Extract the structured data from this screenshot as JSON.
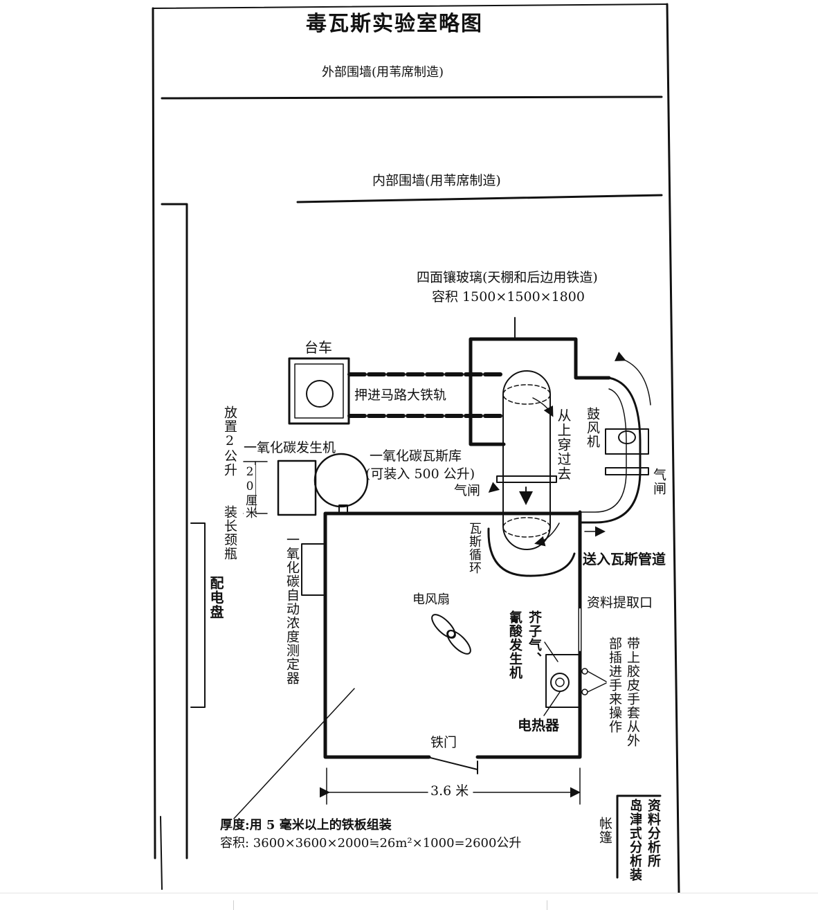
{
  "title": "毒瓦斯实验室略图",
  "labels": {
    "outer_wall": "外部围墙(用苇席制造)",
    "inner_wall": "内部围墙(用苇席制造)",
    "glass_box_desc": "四面镶玻璃(天棚和后边用铁造)",
    "glass_box_volume": "容积 1500×1500×1800",
    "cart": "台车",
    "rail": "押进马路大铁轨",
    "co_generator": "一氧化碳发生机",
    "co_tank_line1": "一氧化碳瓦斯库",
    "co_tank_line2": "(可装入 500 公升)",
    "valve_left": "气闸",
    "from_above": "从上穿过去",
    "blower": "鼓风机",
    "valve_right": "气闸",
    "gas_circulation": "瓦斯循环",
    "gas_pipe": "送入瓦斯管道",
    "sample_port": "资料提取口",
    "electric_fan": "电风扇",
    "mustard_gen_col1": "氰酸发生机",
    "mustard_gen_col2": "芥子气、",
    "gloves_col1": "带上胶皮手套从外",
    "gloves_col2": "部插进手来操作",
    "heater": "电热器",
    "co_meter": "一氧化碳自动浓度测定器",
    "place_bottle_col1": "放置2公升",
    "place_bottle_col2": "装长颈瓶",
    "cm20": "20厘米",
    "switchboard": "配电盘",
    "iron_door": "铁门",
    "width_dim": "3.6 米",
    "thickness": "厚度:用 5 毫米以上的铁板组装",
    "volume": "容积: 3600×3600×2000≒26m²×1000=2600公升",
    "tent": "帐篷",
    "lab_col1": "资料分析所",
    "lab_col2": "岛津式分析装"
  }
}
